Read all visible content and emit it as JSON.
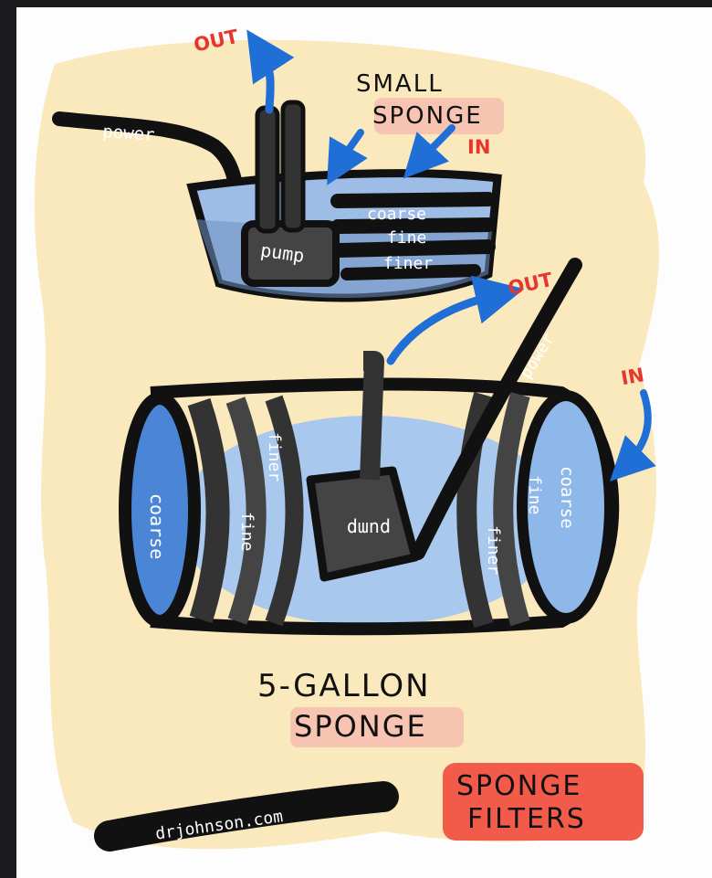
{
  "diagram": {
    "small_filter": {
      "title_line1": "SMALL",
      "title_line2": "SPONGE",
      "out_label": "OUT",
      "in_label": "IN",
      "power_label": "power",
      "pump_label": "pump",
      "layers": [
        "coarse",
        "fine",
        "finer"
      ]
    },
    "large_filter": {
      "title_line1": "5-GALLON",
      "title_line2": "SPONGE",
      "out_label": "OUT",
      "in_label": "IN",
      "power_label": "power",
      "pump_label": "pump",
      "left_layers": [
        "coarse",
        "fine",
        "finer"
      ],
      "right_layers": [
        "finer",
        "fine",
        "coarse"
      ]
    },
    "footer": {
      "site": "drjohnson.com",
      "heading_line1": "SPONGE",
      "heading_line2": "FILTERS"
    },
    "colors": {
      "paper": "#fdfdfd",
      "cream": "#fbe9be",
      "ink": "#111111",
      "water": "#a9c8ee",
      "arrow_blue": "#1f6fd6",
      "label_red": "#e8362f",
      "salmon": "#f7c4b1",
      "red_highlight": "#f25a4a"
    }
  }
}
